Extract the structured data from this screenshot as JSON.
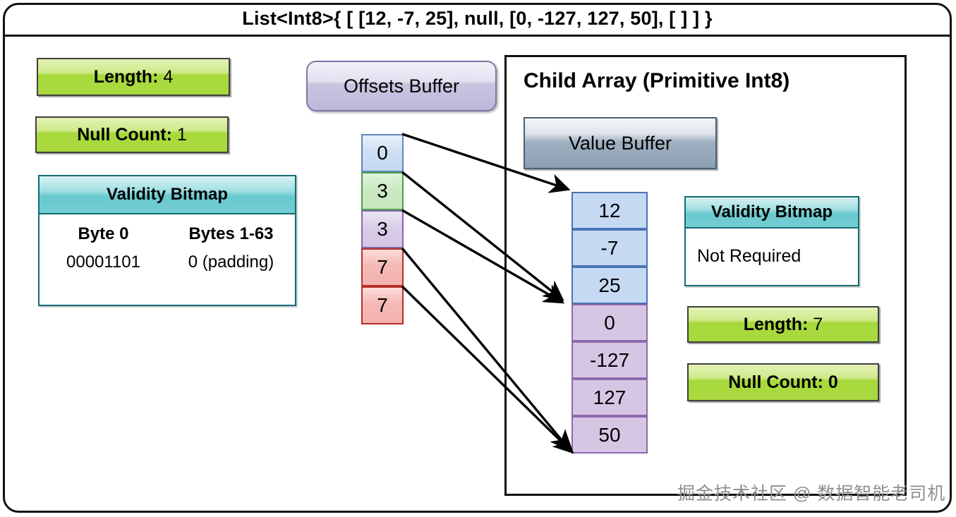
{
  "title": "List<Int8>{  [ [12, -7, 25], null, [0, -127, 127, 50], [ ] ] }",
  "parent": {
    "length": {
      "label": "Length",
      "sep": ": ",
      "value": "4"
    },
    "null_count": {
      "label": "Null Count",
      "sep": ": ",
      "value": "1"
    },
    "validity_bitmap": {
      "header": "Validity Bitmap",
      "columns": [
        "Byte 0",
        "Bytes 1-63"
      ],
      "values": [
        "00001101",
        "0 (padding)"
      ]
    }
  },
  "offsets_buffer": {
    "header": "Offsets Buffer",
    "cells": [
      {
        "value": "0",
        "color": "blue"
      },
      {
        "value": "3",
        "color": "green"
      },
      {
        "value": "3",
        "color": "purple"
      },
      {
        "value": "7",
        "color": "red"
      },
      {
        "value": "7",
        "color": "red"
      }
    ]
  },
  "child_array": {
    "title": "Child Array (Primitive Int8)",
    "value_buffer": {
      "header": "Value Buffer",
      "cells": [
        {
          "value": "12",
          "color": "blue"
        },
        {
          "value": "-7",
          "color": "blue"
        },
        {
          "value": "25",
          "color": "blue"
        },
        {
          "value": "0",
          "color": "purple"
        },
        {
          "value": "-127",
          "color": "purple"
        },
        {
          "value": "127",
          "color": "purple"
        },
        {
          "value": "50",
          "color": "purple"
        }
      ]
    },
    "validity_bitmap": {
      "header": "Validity Bitmap",
      "body": "Not Required"
    },
    "length": {
      "label": "Length",
      "sep": ": ",
      "value": "7"
    },
    "null_count": {
      "label": "Null Count: 0"
    }
  },
  "watermark": "掘金技术社区 @ 数据智能老司机",
  "colors": {
    "green_accent": "#a8d93c",
    "purple_accent": "#bdb8da",
    "teal_accent": "#68c9cf",
    "gray_accent": "#8da0b3",
    "blue_cell": "#c5d9f3",
    "purple_cell": "#d6c6e3",
    "red_cell": "#f4b2ae",
    "border": "#111111"
  }
}
